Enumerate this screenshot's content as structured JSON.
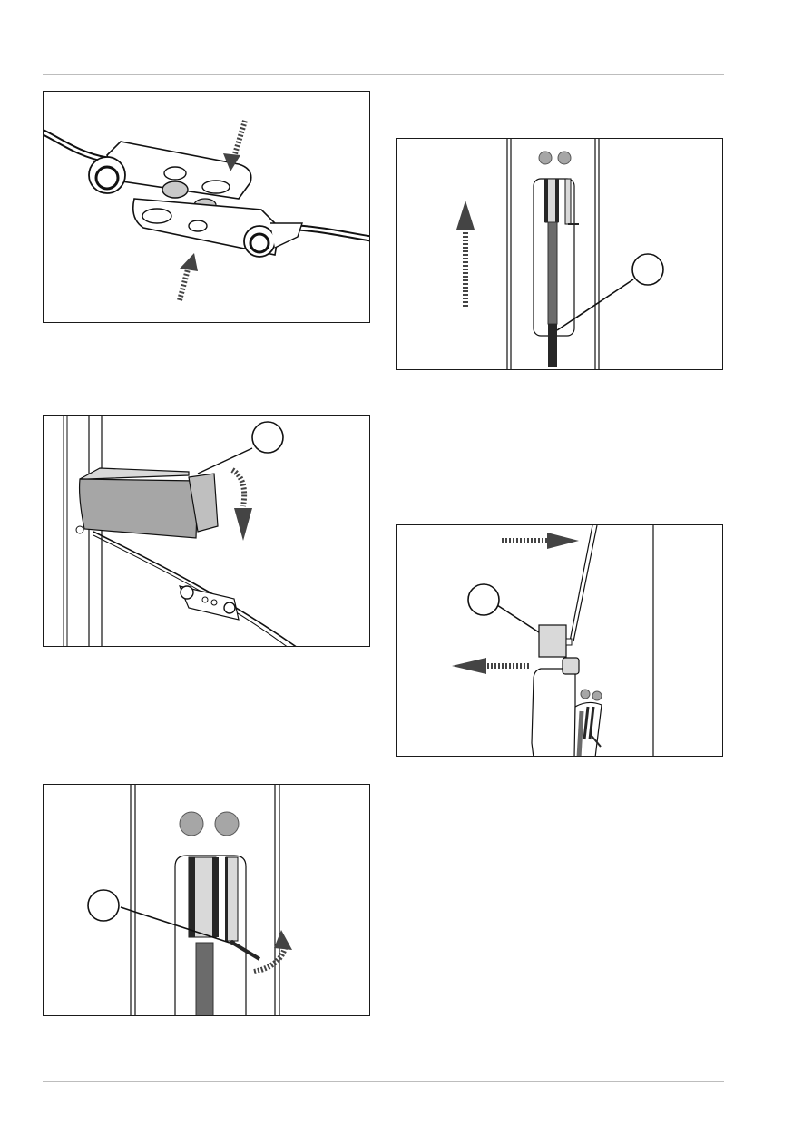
{
  "page": {
    "description_hidden": "",
    "figures": [
      {
        "id": "fig-clip-plates",
        "icons": [
          "push-arrow-icon",
          "push-arrow-icon"
        ]
      },
      {
        "id": "fig-rail-rod",
        "icons": [
          "up-arrow-icon",
          "callout-circle-icon"
        ]
      },
      {
        "id": "fig-hinged-cover",
        "icons": [
          "callout-circle-icon",
          "down-arrow-icon"
        ]
      },
      {
        "id": "fig-slide-release",
        "icons": [
          "right-arrow-icon",
          "left-arrow-icon",
          "callout-circle-icon"
        ]
      },
      {
        "id": "fig-lever-rotate",
        "icons": [
          "callout-circle-icon",
          "rotate-arrow-icon"
        ]
      }
    ],
    "colors": {
      "line": "#1a1a1a",
      "gray_light": "#d9d9d9",
      "gray_mid": "#a6a6a6",
      "gray_dark": "#6b6b6b",
      "black": "#262626",
      "rule": "#bdbdbd"
    }
  }
}
